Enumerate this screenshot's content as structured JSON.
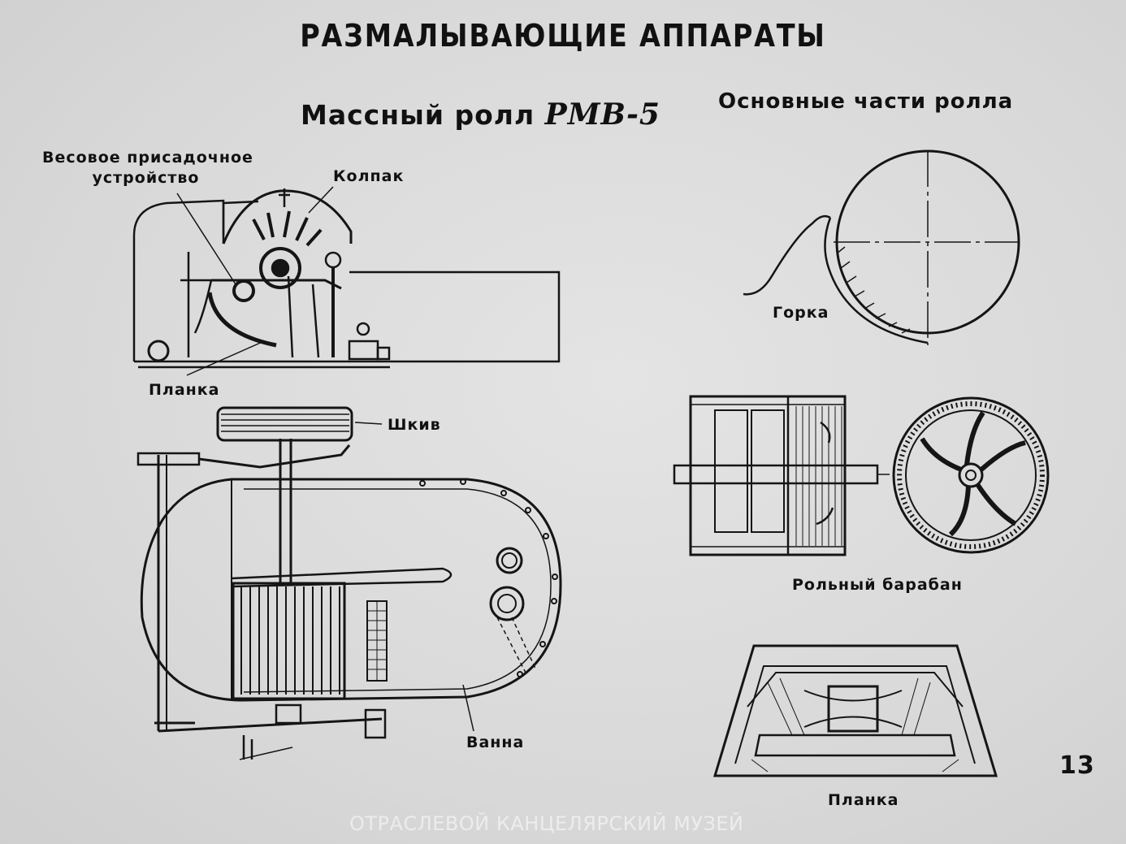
{
  "title": "РАЗМАЛЫВАЮЩИЕ АППАРАТЫ",
  "subtitle_left": {
    "text": "Массный ролл",
    "model": "РМВ-5"
  },
  "subtitle_right": "Основные части ролла",
  "labels": {
    "feeder_line1": "Весовое присадочное",
    "feeder_line2": "устройство",
    "hood": "Колпак",
    "bar_top": "Планка",
    "pulley": "Шкив",
    "tub": "Ванна",
    "backfall": "Горка",
    "drum": "Рольный барабан",
    "bar_bottom": "Планка"
  },
  "page_number": "13",
  "watermark": "ОТРАСЛЕВОЙ КАНЦЕЛЯРСКИЙ МУЗЕЙ"
}
